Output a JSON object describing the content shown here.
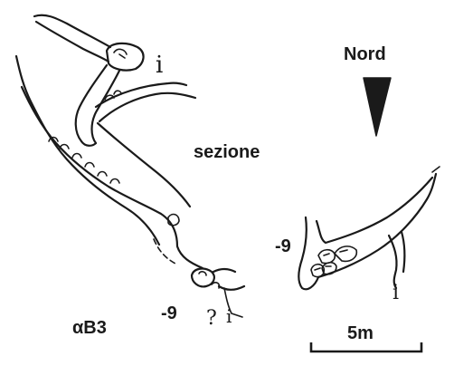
{
  "labels": {
    "north": "Nord",
    "section": "sezione",
    "cave_id": "αB3",
    "depth_plan": "-9",
    "depth_section": "-9",
    "scale": "5m",
    "question_mark": "?",
    "entrance_mark_plan": "i",
    "entrance_mark_section": "i"
  },
  "colors": {
    "ink": "#1a1a1a",
    "background": "#ffffff"
  },
  "icons": {
    "north_arrow": "north-arrow-icon"
  }
}
